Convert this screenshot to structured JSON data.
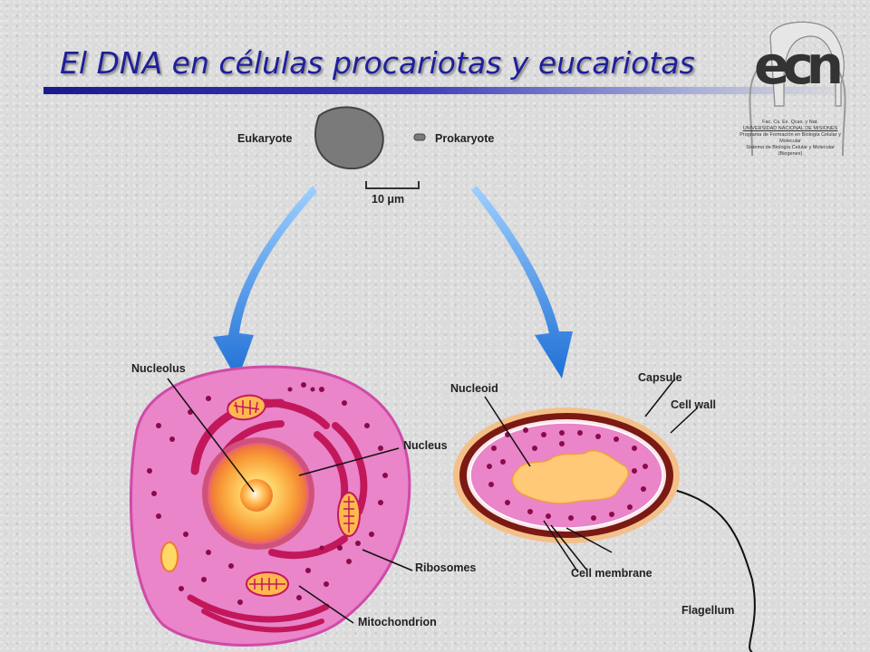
{
  "header": {
    "title": "El DNA en células procariotas y eucariotas"
  },
  "logo": {
    "letters": "ecn",
    "lines": [
      "Fac. Cs. Ex. Qcas. y Nat.",
      "UNIVERSIDAD NACIONAL DE MISIONES",
      "Programa de Formación en Biología Celular y Molecular",
      "Sistema de Biología Celular y Molecular (Biogenes)"
    ]
  },
  "size_comparison": {
    "eukaryote": "Eukaryote",
    "prokaryote": "Prokaryote",
    "scale": "10 μm"
  },
  "eukaryote_labels": {
    "nucleolus": "Nucleolus",
    "nucleus": "Nucleus",
    "ribosomes": "Ribosomes",
    "mitochondrion": "Mitochondrion"
  },
  "prokaryote_labels": {
    "nucleoid": "Nucleoid",
    "capsule": "Capsule",
    "cell_wall": "Cell wall",
    "cell_membrane": "Cell membrane",
    "flagellum": "Flagellum"
  },
  "colors": {
    "title": "#1f1f9c",
    "cytoplasm": "#e985c8",
    "organelle_dark": "#c2185b",
    "nucleus_orange": "#f9a13a",
    "arrow_blue": "#2f86e8",
    "capsule": "#f4c08a",
    "cell_wall": "#7a1a12"
  }
}
